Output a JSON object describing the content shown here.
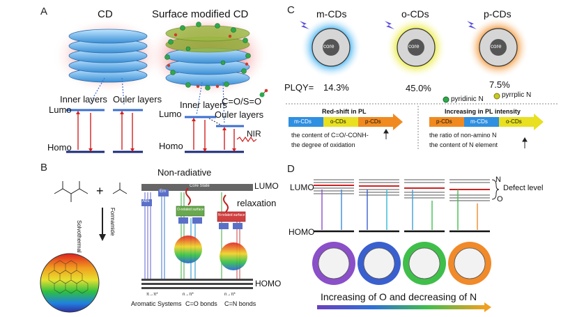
{
  "panel_a": {
    "label": "A",
    "cd_title": "CD",
    "smcd_title": "Surface modified CD",
    "inner_layers": "Inner layers",
    "outer_layers": "Ouler layers",
    "lumo": "Lumo",
    "homo": "Homo",
    "inner_layers_2": "Inner layers",
    "outer_layers_2": "Ouler layers",
    "lumo_2": "Lumo",
    "homo_2": "Homo",
    "functional_groups": "C=O/S=O",
    "nir": "NIR"
  },
  "panel_b": {
    "label": "B",
    "plus": "+",
    "solvothermal": "Solvothermal",
    "formamide": "Formamide",
    "core_state": "Core State",
    "lumo": "LUMO",
    "homo": "HOMO",
    "non_radiative": "Non-radiative",
    "relaxation": "relaxation",
    "abs": "Abs",
    "em": "Em",
    "o_states": "O-related surface states",
    "n_states": "N-related surface states",
    "aromatic": "Aromatic Systems",
    "co_bonds": "C=O bonds",
    "cn_bonds": "C=N bonds",
    "pi_transition": "π→π*",
    "n_transition": "n→π*"
  },
  "panel_c": {
    "label": "C",
    "titles": [
      "m-CDs",
      "o-CDs",
      "p-CDs"
    ],
    "core": "core",
    "plqy_label": "PLQY=",
    "plqy_values": [
      "14.3%",
      "45.0%",
      "7.5%"
    ],
    "pyridinic": "pyridinic N",
    "pyrrolic": "pyrrplic N",
    "redshift_title": "Red-shift in PL",
    "redshift_order": [
      "m-CDs",
      "o-CDs",
      "p-CDs"
    ],
    "redshift_notes": [
      "the content of C=O/-CONH-",
      "the degree of oxidation"
    ],
    "intensity_title": "Increasing in PL intensity",
    "intensity_order": [
      "p-CDs",
      "m-CDs",
      "o-CDs"
    ],
    "intensity_notes": [
      "the ratio of non-amino N",
      "the content of N element"
    ]
  },
  "panel_d": {
    "label": "D",
    "lumo": "LUMO",
    "homo": "HOMO",
    "n": "N",
    "o": "O",
    "defect_level": "Defect level",
    "caption": "Increasing of O and decreasing of N",
    "dot_colors": [
      "#8a4fc9",
      "#3a5fcf",
      "#3fbf4a",
      "#f08a2a"
    ]
  }
}
